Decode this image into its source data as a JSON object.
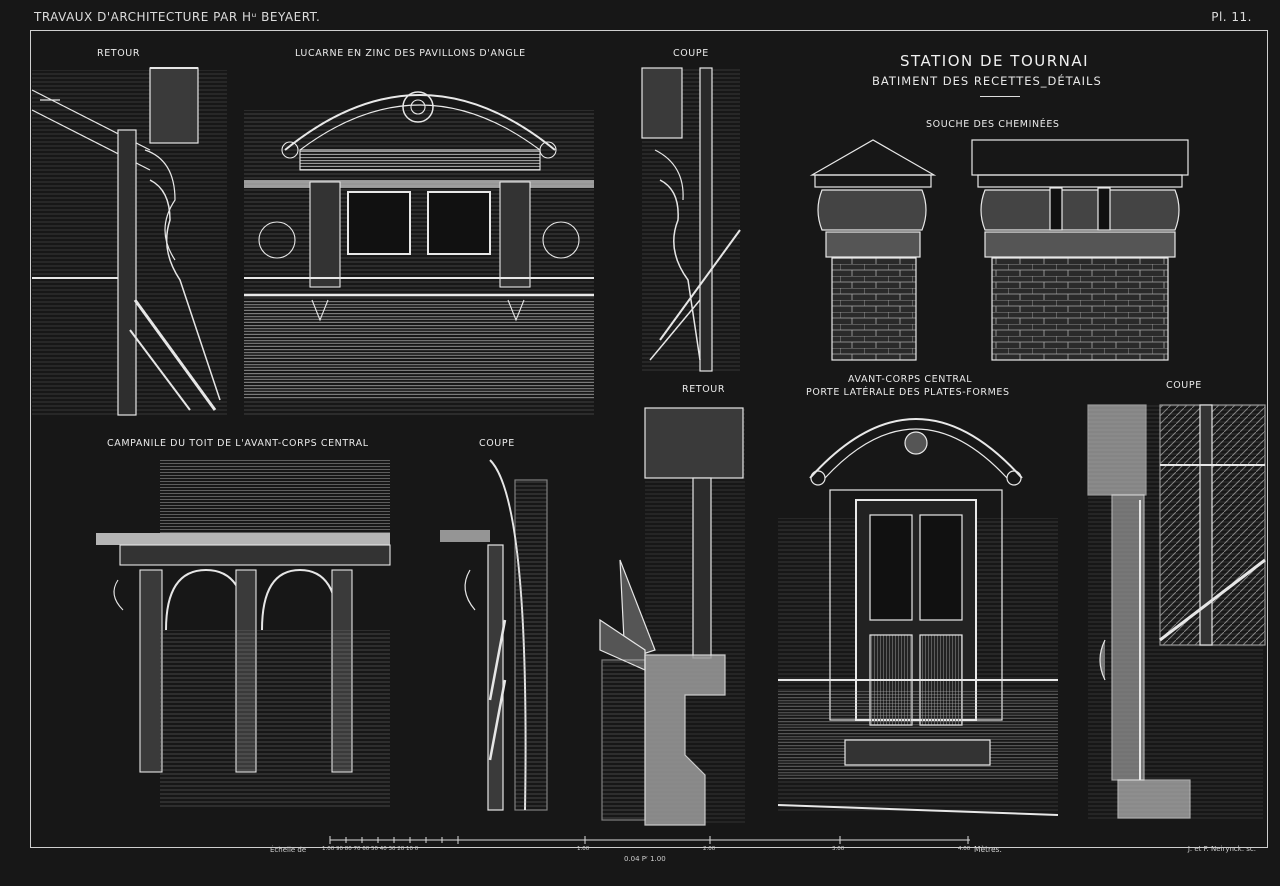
{
  "header": {
    "left": "TRAVAUX D'ARCHITECTURE PAR Hᵘ BEYAERT.",
    "right": "Pl. 11."
  },
  "title": {
    "main": "STATION DE TOURNAI",
    "sub": "BATIMENT DES RECETTES_DÉTAILS"
  },
  "labels": {
    "retour_top": "RETOUR",
    "lucarne": "LUCARNE EN ZINC DES PAVILLONS D'ANGLE",
    "coupe_top": "COUPE",
    "souche": "SOUCHE DES CHEMINÉES",
    "campanile": "CAMPANILE DU TOIT DE L'AVANT-CORPS CENTRAL",
    "coupe_campanile": "COUPE",
    "retour_mid": "RETOUR",
    "avant_corps_1": "AVANT-CORPS CENTRAL",
    "avant_corps_2": "PORTE LATÉRALE DES PLATES-FORMES",
    "coupe_right": "COUPE"
  },
  "scale": {
    "prefix": "Échelle de",
    "small_ticks": "1.00  90  80  70  60  50  40  30  20  10  0",
    "t1": "1.00",
    "t2": "2.00",
    "t3": "3.00",
    "t4": "4.00",
    "unit": "Mètres.",
    "ratio": "0.04 Pʳ 1.00"
  },
  "credit": "J. et F. Neirynck. sc."
}
